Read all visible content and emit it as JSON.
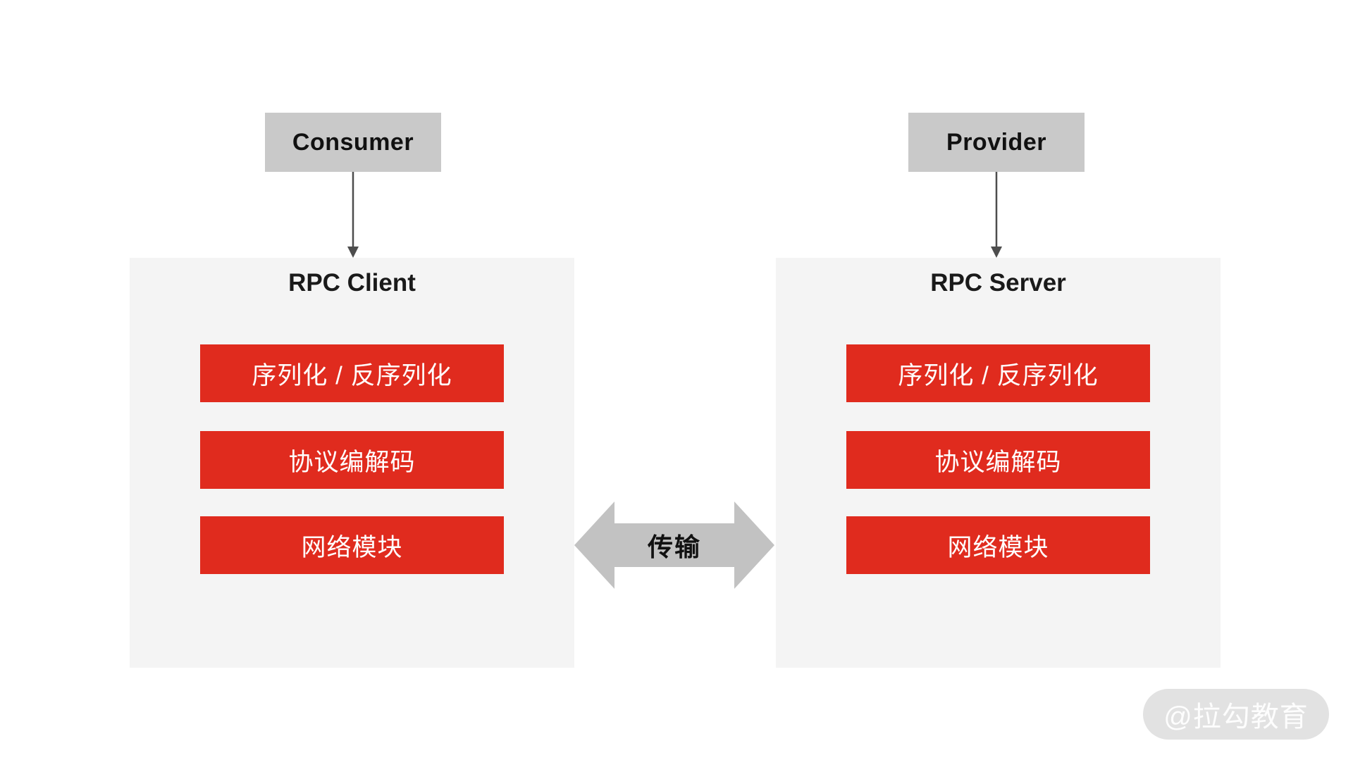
{
  "diagram": {
    "consumer_label": "Consumer",
    "provider_label": "Provider",
    "client": {
      "title": "RPC Client",
      "modules": [
        "序列化 / 反序列化",
        "协议编解码",
        "网络模块"
      ]
    },
    "server": {
      "title": "RPC Server",
      "modules": [
        "序列化 / 反序列化",
        "协议编解码",
        "网络模块"
      ]
    },
    "transport_label": "传输",
    "watermark": "@拉勾教育",
    "colors": {
      "module_red": "#e02b1e",
      "panel_gray": "#f4f4f4",
      "endpoint_gray": "#c9c9c9",
      "arrow_gray": "#c2c2c2",
      "connector_dark": "#4d4d4d",
      "watermark_gray": "#e2e2e2"
    }
  }
}
